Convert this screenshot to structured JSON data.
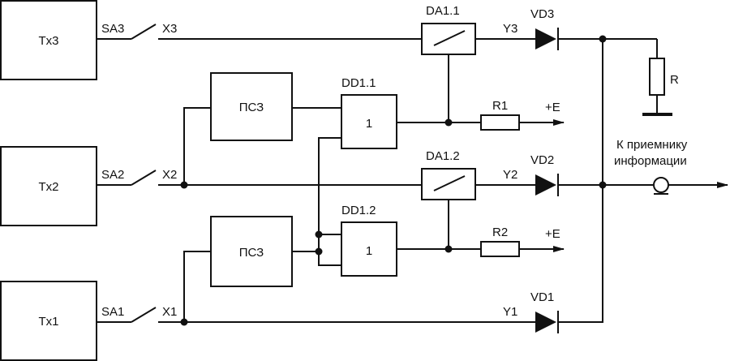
{
  "labels": {
    "tx3": "Tx3",
    "tx2": "Tx2",
    "tx1": "Tx1",
    "sa3": "SA3",
    "sa2": "SA2",
    "sa1": "SA1",
    "x3": "X3",
    "x2": "X2",
    "x1": "X1",
    "psz_top": "ПСЗ",
    "psz_bottom": "ПСЗ",
    "dd11": "DD1.1",
    "dd12": "DD1.2",
    "gate_top": "1",
    "gate_bottom": "1",
    "da11": "DA1.1",
    "da12": "DA1.2",
    "r1": "R1",
    "r2": "R2",
    "r": "R",
    "plus_e_top": "+E",
    "plus_e_bottom": "+E",
    "y3": "Y3",
    "y2": "Y2",
    "y1": "Y1",
    "vd3": "VD3",
    "vd2": "VD2",
    "vd1": "VD1",
    "receiver_line1": "К приемнику",
    "receiver_line2": "информации"
  }
}
